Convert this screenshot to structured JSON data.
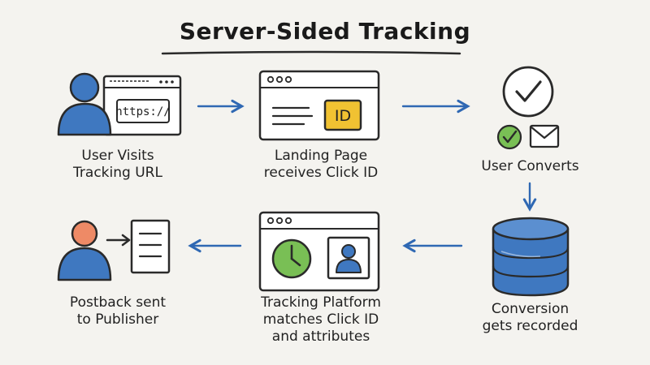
{
  "title": "Server-Sided Tracking",
  "steps": [
    {
      "lines": [
        "User Visits",
        "Tracking URL"
      ],
      "badge": "https://"
    },
    {
      "lines": [
        "Landing Page",
        "receives Click ID"
      ],
      "badge": "ID"
    },
    {
      "lines": [
        "User Converts"
      ]
    },
    {
      "lines": [
        "Conversion",
        "gets recorded"
      ]
    },
    {
      "lines": [
        "Tracking Platform",
        "matches Click ID",
        "and attributes"
      ]
    },
    {
      "lines": [
        "Postback sent",
        "to Publisher"
      ]
    }
  ],
  "colors": {
    "ink": "#2a2a2a",
    "blue": "#3f78c0",
    "arrow": "#2f68b3",
    "yellow": "#f1c232",
    "green": "#79bf55",
    "orange": "#ee8a66"
  }
}
